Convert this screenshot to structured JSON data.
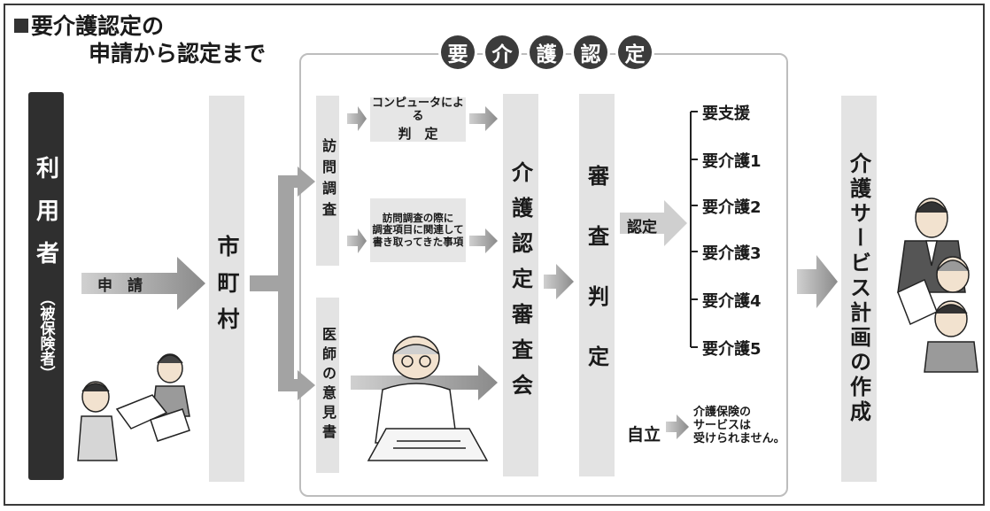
{
  "title": {
    "line1": "要介護認定の",
    "line2": "申請から認定まで"
  },
  "badges": [
    "要",
    "介",
    "護",
    "認",
    "定"
  ],
  "applicant": {
    "main": "利用者",
    "sub": "（被保険者）"
  },
  "apply_label": "申　請",
  "municipality": "市町村",
  "visit_survey": "訪問調査",
  "doctor_opinion": "医師の意見書",
  "computer_judge": {
    "line1": "コンピュータによる",
    "line2": "判　定"
  },
  "visit_note": {
    "line1": "訪問調査の際に",
    "line2": "調査項目に関連して",
    "line3": "書き取ってきた事項"
  },
  "committee": "介護認定審査会",
  "review": "審査判定",
  "nintei_label": "認定",
  "levels": [
    "要支援",
    "要介護1",
    "要介護2",
    "要介護3",
    "要介護4",
    "要介護5"
  ],
  "jiritsu_label": "自立",
  "jiritsu_note": {
    "line1": "介護保険の",
    "line2": "サービスは",
    "line3": "受けられません。"
  },
  "care_plan": "介護サービス計画の作成"
}
